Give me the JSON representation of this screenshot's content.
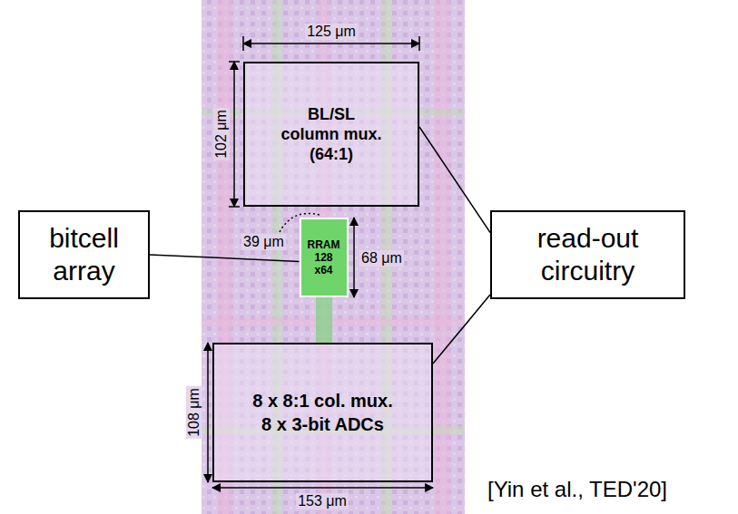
{
  "diagram": {
    "nodes": [
      {
        "text": [
          "BL/SL column mux. (64:1)"
        ]
      },
      {
        "text": [
          "bitcell array"
        ]
      },
      {
        "text": [
          "RRAM 128 x64"
        ]
      },
      {
        "text": [
          "read-out circuitry"
        ]
      },
      {
        "text": [
          "8 x 8:1 col. mux.",
          "8 x 3-bit ADCs"
        ]
      }
    ],
    "edges": [
      {
        "from": 1,
        "to": 2,
        "arrow": "none"
      },
      {
        "from": 3,
        "to": 0,
        "arrow": "none"
      },
      {
        "from": 3,
        "to": 4,
        "arrow": "none"
      }
    ],
    "labels": [
      "125 μm",
      "102 μm",
      "39 μm",
      "68 μm",
      "108 μm",
      "153 μm",
      "[Yin et al., TED'20]"
    ]
  }
}
